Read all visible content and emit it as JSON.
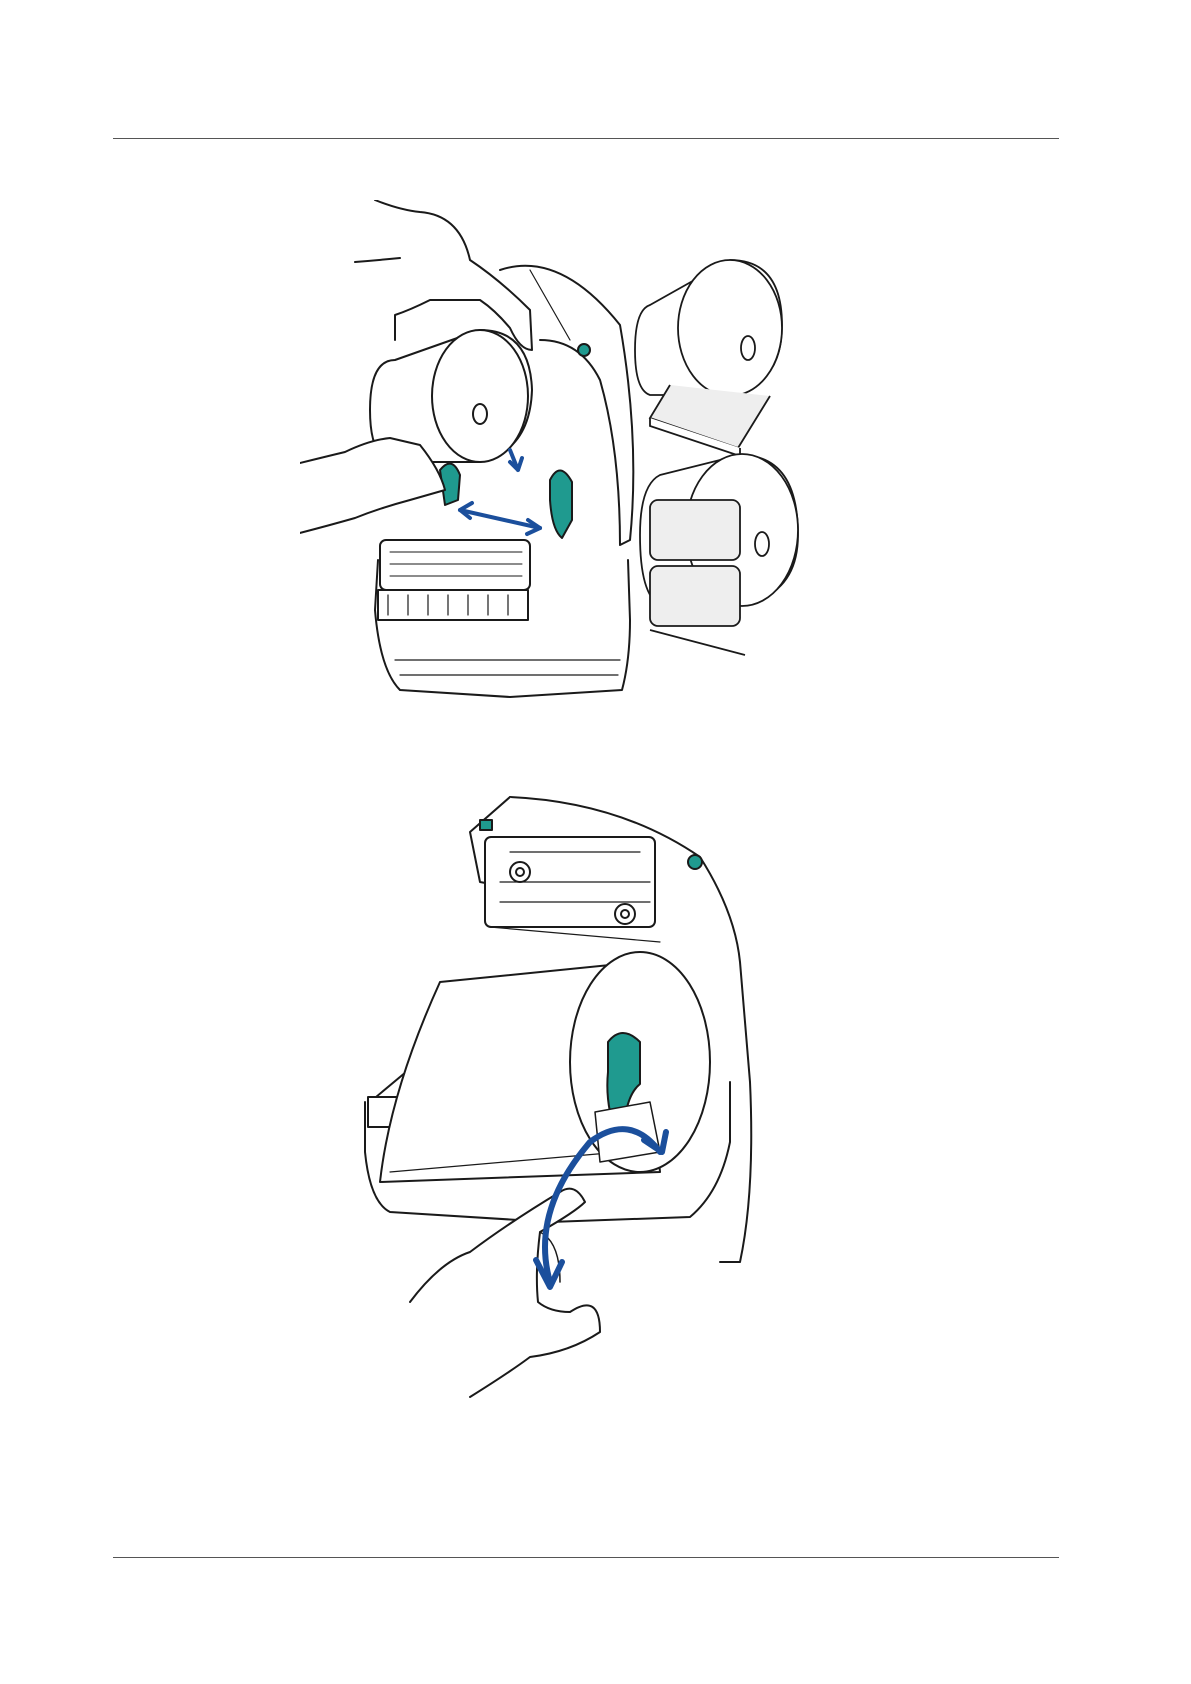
{
  "page": {
    "header_rule": true,
    "footer_rule": true
  },
  "figures": [
    {
      "id": "load-media-roll",
      "depicts": [
        "printer-open",
        "hands-holding-roll",
        "media-guides-arrows",
        "continuous-roll",
        "label-roll"
      ]
    },
    {
      "id": "close-media-holder",
      "depicts": [
        "printer-open",
        "loaded-roll",
        "hand-pulling-media",
        "rotate-arrow"
      ]
    }
  ],
  "colors": {
    "line": "#1a1a1a",
    "accent_teal": "#1f9a8f",
    "arrow_blue": "#1b4f9c",
    "paper": "#ffffff",
    "label_fill": "#eeeeee"
  }
}
